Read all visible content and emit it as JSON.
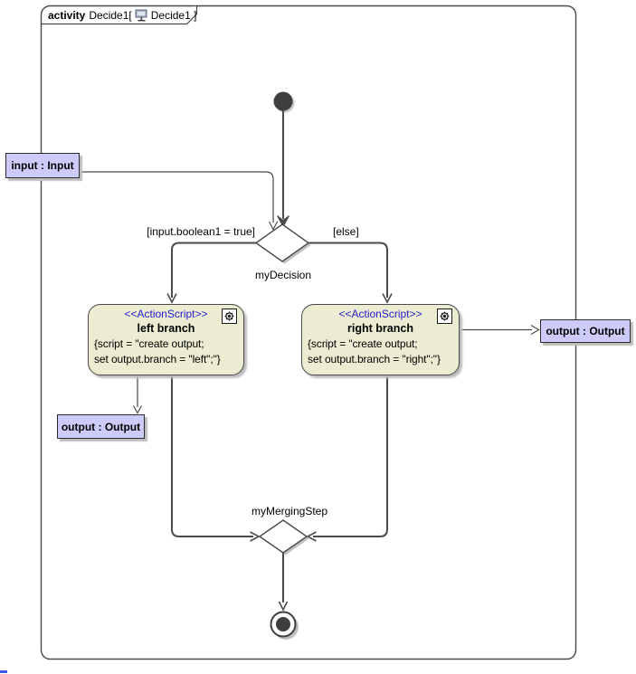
{
  "frame": {
    "keyword": "activity",
    "name_part": "Decide1[",
    "diagram_part": "Decide1 ]"
  },
  "pins": {
    "input": "input : Input",
    "output_left": "output : Output",
    "output_right": "output : Output"
  },
  "decision": {
    "name": "myDecision",
    "guard_true": "[input.boolean1 = true]",
    "guard_else": "[else]"
  },
  "merge": {
    "name": "myMergingStep"
  },
  "actions": {
    "left": {
      "stereotype": "<<ActionScript>>",
      "name": "left branch",
      "script1": "{script = \"create output;",
      "script2": "set output.branch = \"left\";\"}"
    },
    "right": {
      "stereotype": "<<ActionScript>>",
      "name": "right branch",
      "script1": "{script = \"create output;",
      "script2": "set output.branch = \"right\";\"}"
    }
  },
  "colors": {
    "stroke": "#4a4a4a",
    "action_fill": "#ececd2",
    "pin_fill": "#ccccfb",
    "stereotype_text": "#2222cc",
    "shadow": "#bdbdbd",
    "node_fill": "#3e3e3e"
  }
}
